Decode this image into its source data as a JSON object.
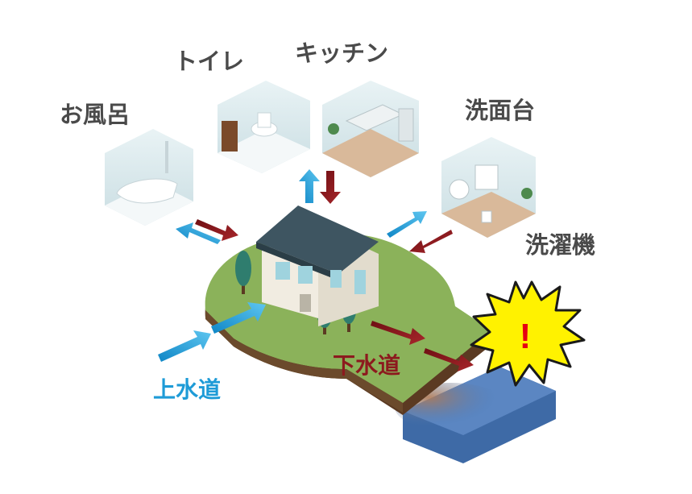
{
  "labels": {
    "bath": "お風呂",
    "toilet": "トイレ",
    "kitchen": "キッチン",
    "washbasin": "洗面台",
    "washing_machine": "洗濯機",
    "water_supply": "上水道",
    "sewer": "下水道",
    "warning": "!"
  },
  "colors": {
    "supply": "#1e9bd7",
    "drain": "#8c1a1e",
    "warning_fill": "#fff200",
    "warning_mark": "#e60012",
    "ground": "#8bb25a",
    "water": "#4a78b4"
  },
  "icons": [
    "bathroom-icon",
    "toilet-icon",
    "kitchen-icon",
    "washbasin-icon",
    "house-icon",
    "warning-burst-icon"
  ]
}
